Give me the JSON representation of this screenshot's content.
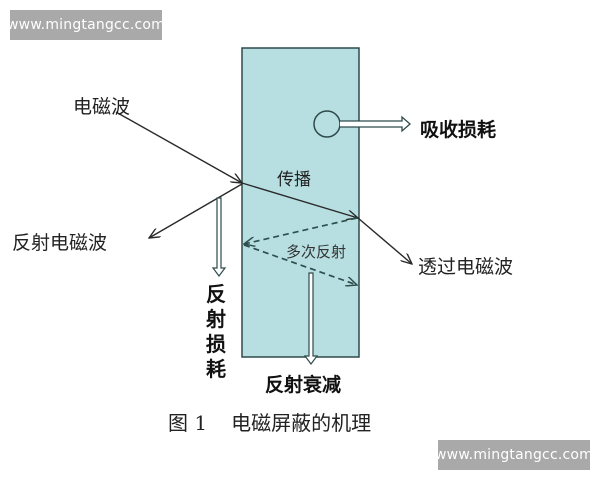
{
  "watermarks": {
    "top_left": "www.mingtangcc.com",
    "bottom_right": "www.mingtangcc.com"
  },
  "diagram": {
    "shield_color": "#b7dfe1",
    "labels": {
      "incident_wave": "电磁波",
      "reflected_wave": "反射电磁波",
      "absorption_loss": "吸收损耗",
      "propagation": "传播",
      "multiple_reflection": "多次反射",
      "transmitted_wave": "透过电磁波",
      "reflection_loss": "反射损耗",
      "reflection_attenuation": "反射衰减"
    }
  },
  "caption": {
    "figure_number": "图 1",
    "title": "电磁屏蔽的机理"
  }
}
